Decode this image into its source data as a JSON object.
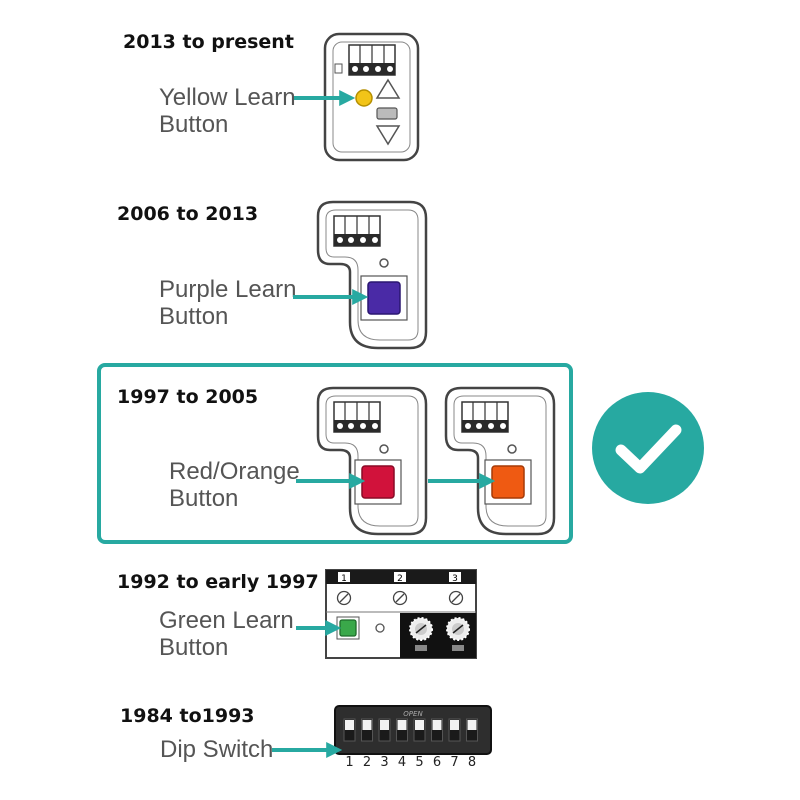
{
  "accent_color": "#27a9a1",
  "sections": [
    {
      "title": "2013 to present",
      "label_lines": [
        "Yellow Learn",
        "Button"
      ],
      "button_color": "#f2c418"
    },
    {
      "title": "2006 to 2013",
      "label_lines": [
        "Purple Learn",
        "Button"
      ],
      "button_color": "#4a2aa6"
    },
    {
      "title": "1997 to 2005",
      "label_lines": [
        "Red/Orange",
        "Button"
      ],
      "button_colors": [
        "#d1123b",
        "#ef5a12"
      ]
    },
    {
      "title": "1992 to early 1997",
      "label_lines": [
        "Green Learn",
        "Button"
      ],
      "button_color": "#3aa84a",
      "switch_numbers": [
        "1",
        "2",
        "3"
      ]
    },
    {
      "title": "1984 to1993",
      "label_lines": [
        "Dip Switch"
      ],
      "dip_top_label": "OPEN",
      "dip_numbers": [
        "1",
        "2",
        "3",
        "4",
        "5",
        "6",
        "7",
        "8"
      ]
    }
  ],
  "icons": {
    "selected_badge": "check-circle-icon",
    "pointer": "arrow-right-icon"
  }
}
